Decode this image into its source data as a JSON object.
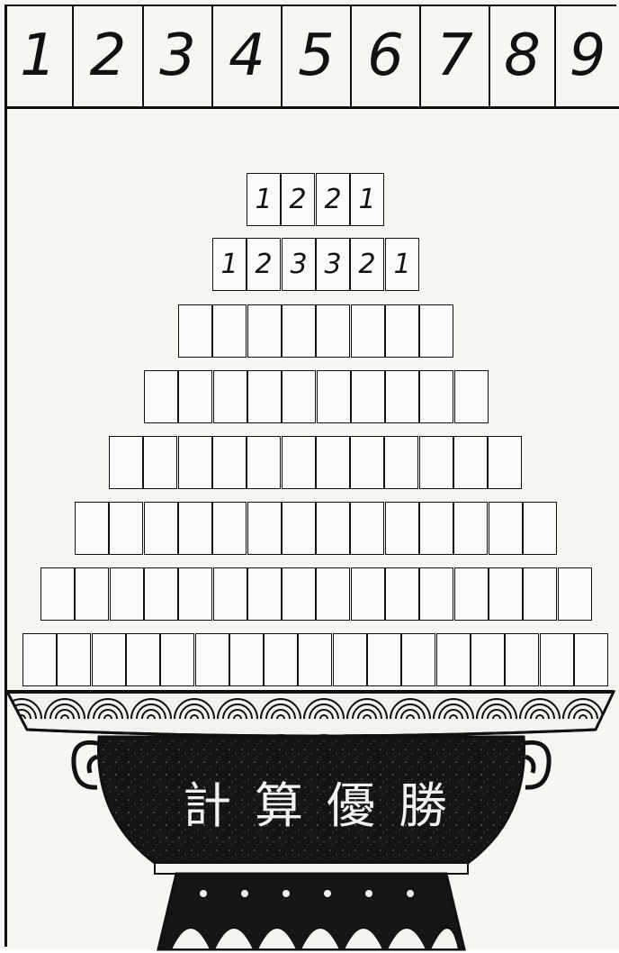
{
  "digit_strip": [
    "1",
    "2",
    "3",
    "4",
    "5",
    "6",
    "7",
    "8",
    "9"
  ],
  "pyramid": {
    "rows": [
      {
        "cells": [
          "1",
          "2",
          "2",
          "1"
        ]
      },
      {
        "cells": [
          "1",
          "2",
          "3",
          "3",
          "2",
          "1"
        ]
      },
      {
        "cells": [
          "",
          "",
          "",
          "",
          "",
          "",
          "",
          ""
        ]
      },
      {
        "cells": [
          "",
          "",
          "",
          "",
          "",
          "",
          "",
          "",
          "",
          ""
        ]
      },
      {
        "cells": [
          "",
          "",
          "",
          "",
          "",
          "",
          "",
          "",
          "",
          "",
          "",
          ""
        ]
      },
      {
        "cells": [
          "",
          "",
          "",
          "",
          "",
          "",
          "",
          "",
          "",
          "",
          "",
          "",
          "",
          ""
        ]
      },
      {
        "cells": [
          "",
          "",
          "",
          "",
          "",
          "",
          "",
          "",
          "",
          "",
          "",
          "",
          "",
          "",
          "",
          ""
        ]
      },
      {
        "cells": [
          "",
          "",
          "",
          "",
          "",
          "",
          "",
          "",
          "",
          "",
          "",
          "",
          "",
          "",
          "",
          "",
          ""
        ]
      }
    ]
  },
  "trophy": {
    "inscription": [
      "計",
      "算",
      "優",
      "勝"
    ],
    "colors": {
      "ink": "#111111",
      "paper": "#f7f6f3"
    }
  }
}
